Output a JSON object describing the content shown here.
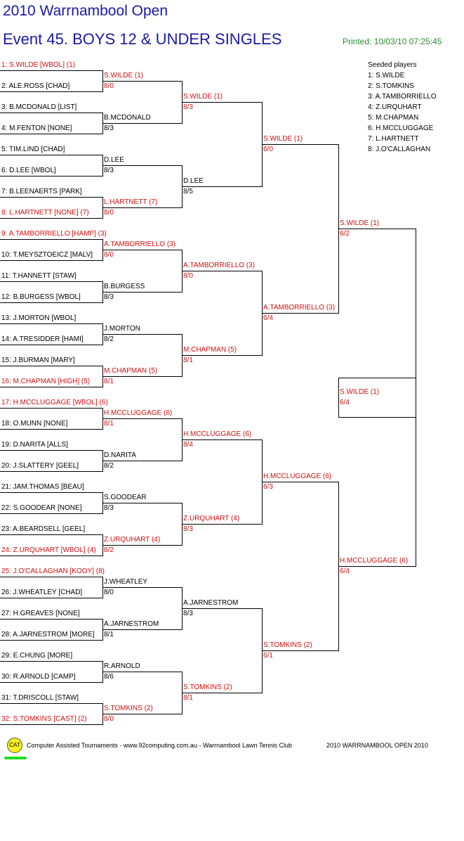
{
  "header": {
    "tournament": "2010 Warrnambool Open",
    "event": "Event 45. BOYS 12 & UNDER SINGLES",
    "printed": "Printed: 10/03/10 07:25:45"
  },
  "round1": [
    {
      "text": "1: S.WILDE [WBOL] (1)",
      "seeded": true
    },
    {
      "text": "2: ALE.ROSS [CHAD]",
      "seeded": false
    },
    {
      "text": "3: B.MCDONALD [LIST]",
      "seeded": false
    },
    {
      "text": "4: M.FENTON [NONE]",
      "seeded": false
    },
    {
      "text": "5: TIM.LIND [CHAD]",
      "seeded": false
    },
    {
      "text": "6: D.LEE [WBOL]",
      "seeded": false
    },
    {
      "text": "7: B.LEENAERTS [PARK]",
      "seeded": false
    },
    {
      "text": "8: L.HARTNETT [NONE] (7)",
      "seeded": true
    },
    {
      "text": "9: A.TAMBORRIELLO [HAMP] (3)",
      "seeded": true
    },
    {
      "text": "10: T.MEYSZTOEICZ [MALV]",
      "seeded": false
    },
    {
      "text": "11: T.HANNETT [STAW]",
      "seeded": false
    },
    {
      "text": "12: B.BURGESS [WBOL]",
      "seeded": false
    },
    {
      "text": "13: J.MORTON [WBOL]",
      "seeded": false
    },
    {
      "text": "14: A.TRESIDDER [HAMI]",
      "seeded": false
    },
    {
      "text": "15: J.BURMAN [MARY]",
      "seeded": false
    },
    {
      "text": "16: M.CHAPMAN [HIGH] (5)",
      "seeded": true
    },
    {
      "text": "17: H.MCCLUGGAGE [WBOL] (6)",
      "seeded": true
    },
    {
      "text": "18: O.MUNN [NONE]",
      "seeded": false
    },
    {
      "text": "19: D.NARITA [ALLS]",
      "seeded": false
    },
    {
      "text": "20: J.SLATTERY [GEEL]",
      "seeded": false
    },
    {
      "text": "21: JAM.THOMAS [BEAU]",
      "seeded": false
    },
    {
      "text": "22: S.GOODEAR [NONE]",
      "seeded": false
    },
    {
      "text": "23: A.BEARDSELL [GEEL]",
      "seeded": false
    },
    {
      "text": "24: Z.URQUHART [WBOL] (4)",
      "seeded": true
    },
    {
      "text": "25: J.O'CALLAGHAN [KOOY] (8)",
      "seeded": true
    },
    {
      "text": "26: J.WHEATLEY [CHAD]",
      "seeded": false
    },
    {
      "text": "27: H.GREAVES [NONE]",
      "seeded": false
    },
    {
      "text": "28: A.JARNESTROM [MORE]",
      "seeded": false
    },
    {
      "text": "29: E.CHUNG [MORE]",
      "seeded": false
    },
    {
      "text": "30: R.ARNOLD [CAMP]",
      "seeded": false
    },
    {
      "text": "31: T.DRISCOLL [STAW]",
      "seeded": false
    },
    {
      "text": "32: S.TOMKINS [CAST] (2)",
      "seeded": true
    }
  ],
  "round2": [
    {
      "name": "S.WILDE (1)",
      "score": "8/0",
      "seeded": true
    },
    {
      "name": "B.MCDONALD",
      "score": "8/3",
      "seeded": false
    },
    {
      "name": "D.LEE",
      "score": "8/3",
      "seeded": false
    },
    {
      "name": "L.HARTNETT (7)",
      "score": "8/0",
      "seeded": true
    },
    {
      "name": "A.TAMBORRIELLO (3)",
      "score": "8/0",
      "seeded": true
    },
    {
      "name": "B.BURGESS",
      "score": "8/3",
      "seeded": false
    },
    {
      "name": "J.MORTON",
      "score": "8/2",
      "seeded": false
    },
    {
      "name": "M.CHAPMAN (5)",
      "score": "8/1",
      "seeded": true
    },
    {
      "name": "H.MCCLUGGAGE (6)",
      "score": "8/1",
      "seeded": true
    },
    {
      "name": "D.NARITA",
      "score": "8/2",
      "seeded": false
    },
    {
      "name": "S.GOODEAR",
      "score": "8/3",
      "seeded": false
    },
    {
      "name": "Z.URQUHART (4)",
      "score": "8/2",
      "seeded": true
    },
    {
      "name": "J.WHEATLEY",
      "score": "8/0",
      "seeded": false
    },
    {
      "name": "A.JARNESTROM",
      "score": "8/1",
      "seeded": false
    },
    {
      "name": "R.ARNOLD",
      "score": "8/6",
      "seeded": false
    },
    {
      "name": "S.TOMKINS (2)",
      "score": "8/0",
      "seeded": true
    }
  ],
  "round3": [
    {
      "name": "S.WILDE (1)",
      "score": "8/3",
      "seeded": true
    },
    {
      "name": "D.LEE",
      "score": "8/5",
      "seeded": false
    },
    {
      "name": "A.TAMBORRIELLO (3)",
      "score": "8/0",
      "seeded": true
    },
    {
      "name": "M.CHAPMAN (5)",
      "score": "8/1",
      "seeded": true
    },
    {
      "name": "H.MCCLUGGAGE (6)",
      "score": "8/4",
      "seeded": true
    },
    {
      "name": "Z.URQUHART (4)",
      "score": "8/3",
      "seeded": true
    },
    {
      "name": "A.JARNESTROM",
      "score": "8/3",
      "seeded": false
    },
    {
      "name": "S.TOMKINS (2)",
      "score": "8/1",
      "seeded": true
    }
  ],
  "round4": [
    {
      "name": "S.WILDE (1)",
      "score": "6/0",
      "seeded": true
    },
    {
      "name": "A.TAMBORRIELLO (3)",
      "score": "6/4",
      "seeded": true
    },
    {
      "name": "H.MCCLUGGAGE (6)",
      "score": "6/3",
      "seeded": true
    },
    {
      "name": "S.TOMKINS (2)",
      "score": "6/1",
      "seeded": true
    }
  ],
  "round5": [
    {
      "name": "S.WILDE (1)",
      "score": "6/2",
      "seeded": true
    },
    {
      "name": "H.MCCLUGGAGE (6)",
      "score": "6/4",
      "seeded": true
    }
  ],
  "round6": [
    {
      "name": "S.WILDE (1)",
      "score": "6/4",
      "seeded": true
    }
  ],
  "seeded_players": {
    "title": "Seeded players",
    "items": [
      "1: S.WILDE",
      "2: S.TOMKINS",
      "3: A.TAMBORRIELLO",
      "4: Z.URQUHART",
      "5: M.CHAPMAN",
      "6: H.MCCLUGGAGE",
      "7: L.HARTNETT",
      "8: J.O'CALLAGHAN"
    ]
  },
  "footer": {
    "logo_text": "CAT",
    "left": "Computer Assisted Tournaments - www.92computing.com.au  -  Warrnambool Lawn Tennis Club",
    "right": "2010 WARRNAMBOOL OPEN 2010"
  },
  "colors": {
    "title": "#1a1aa6",
    "seeded": "#cc1111",
    "printed": "#2e8b2e",
    "logo": "#f5f019",
    "logo_underline": "#22dd22"
  }
}
